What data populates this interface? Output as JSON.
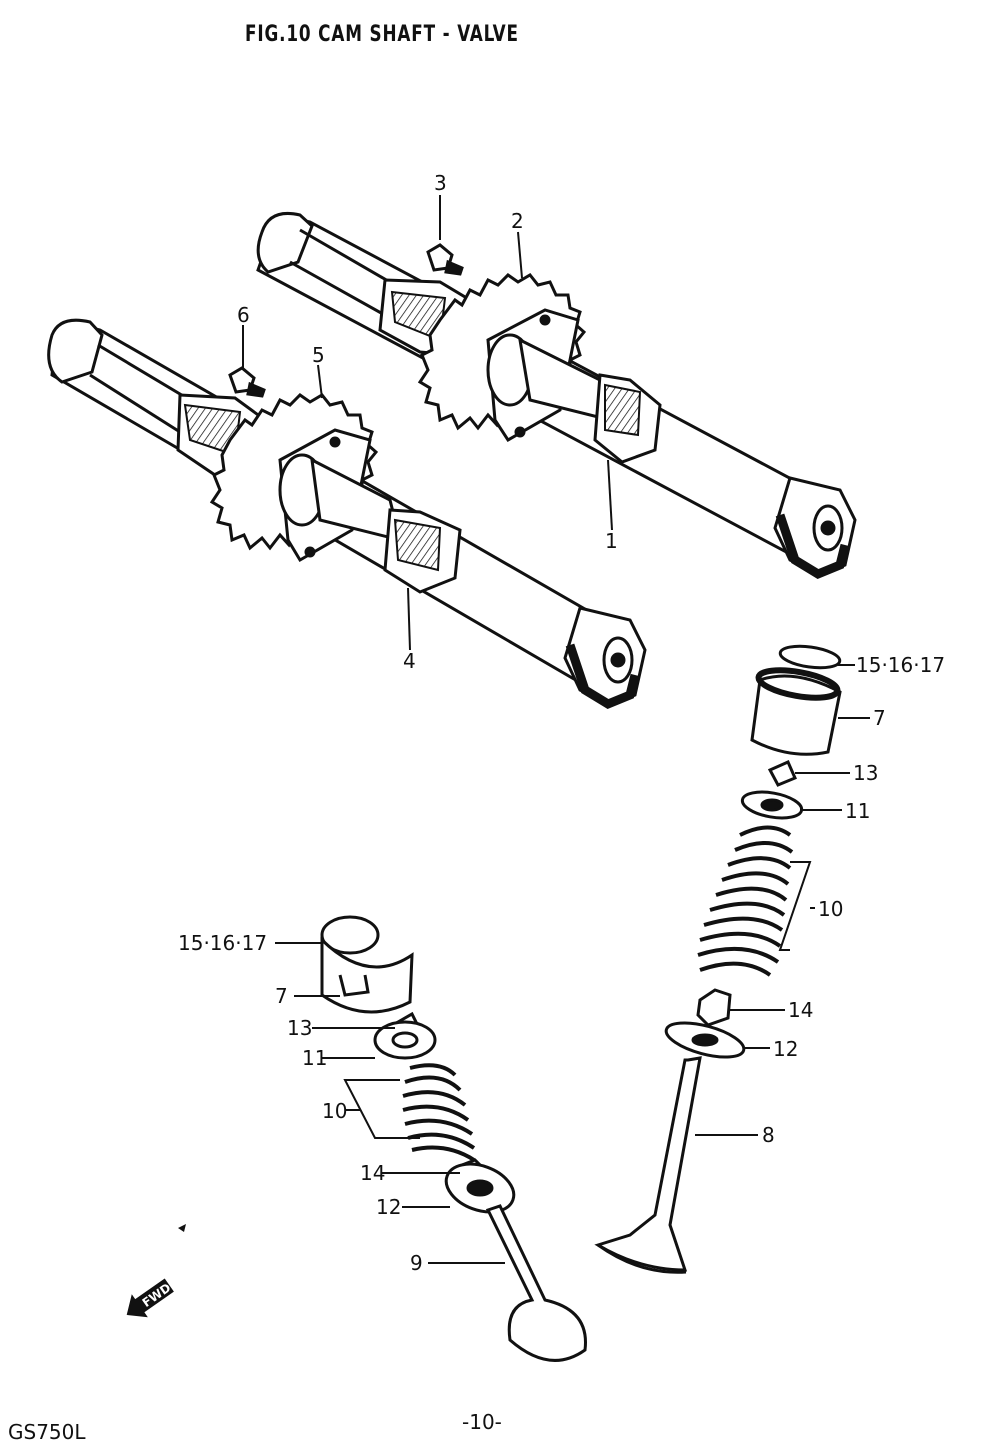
{
  "title": "FIG.10   CAM SHAFT - VALVE",
  "footer": {
    "model": "GS750L",
    "page": "-10-"
  },
  "fwd_arrow": "FWD",
  "callouts": {
    "c1": "1",
    "c2": "2",
    "c3": "3",
    "c4": "4",
    "c5": "5",
    "c6": "6",
    "r_shim": "15·16·17",
    "r_tappet": "7",
    "r_cotter": "13",
    "r_retainer": "11",
    "r_spring": "10",
    "r_seal": "14",
    "r_seat": "12",
    "r_valve": "8",
    "l_shim": "15·16·17",
    "l_tappet": "7",
    "l_cotter": "13",
    "l_retainer": "11",
    "l_spring": "10",
    "l_seal": "14",
    "l_seat": "12",
    "l_valve": "9"
  }
}
